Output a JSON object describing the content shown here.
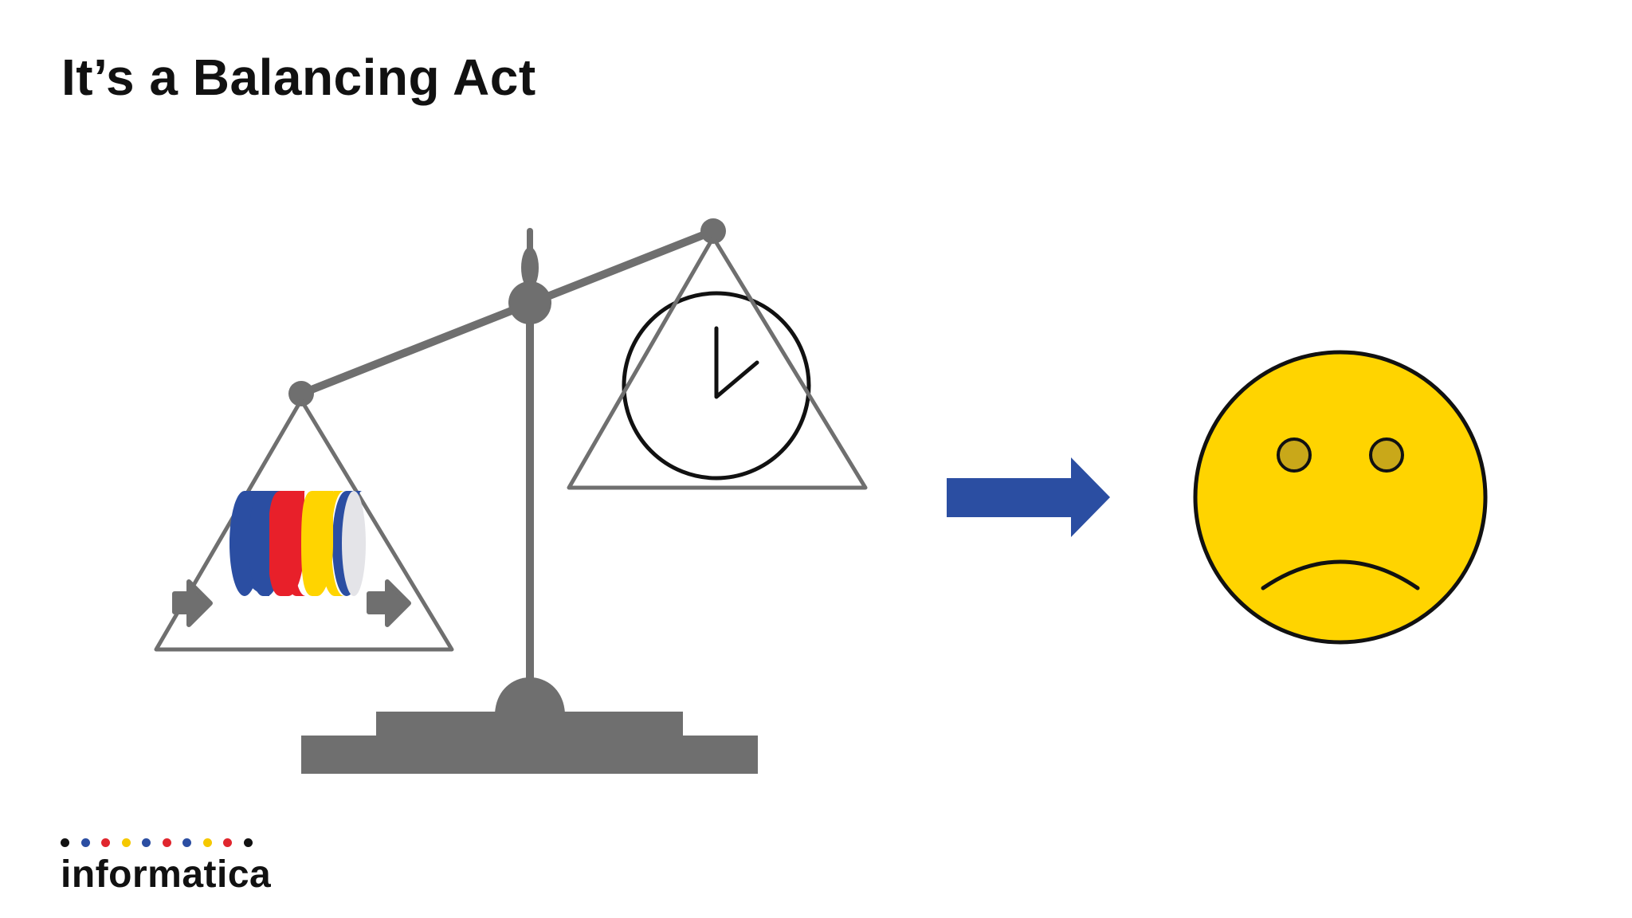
{
  "slide": {
    "title": "It’s a Balancing Act"
  },
  "brand": {
    "name": "informatica",
    "dot_colors": [
      "#111111",
      "#2b4ea2",
      "#e0262e",
      "#f5c800",
      "#2b4ea2",
      "#e0262e",
      "#2b4ea2",
      "#f5c800",
      "#e0262e",
      "#111111"
    ]
  },
  "colors": {
    "scale": "#6f6f6f",
    "arrow": "#2b4ea2",
    "face": "#ffd400",
    "eyes": "#c9a819",
    "disk_blue": "#2b4ea2",
    "disk_red": "#e8202a",
    "disk_yellow": "#ffd400",
    "disk_white": "#e4e4e8"
  },
  "diagram": {
    "left_pan": "data-disks",
    "right_pan": "clock",
    "tilt": "right-side-up",
    "result": "sad-face"
  }
}
